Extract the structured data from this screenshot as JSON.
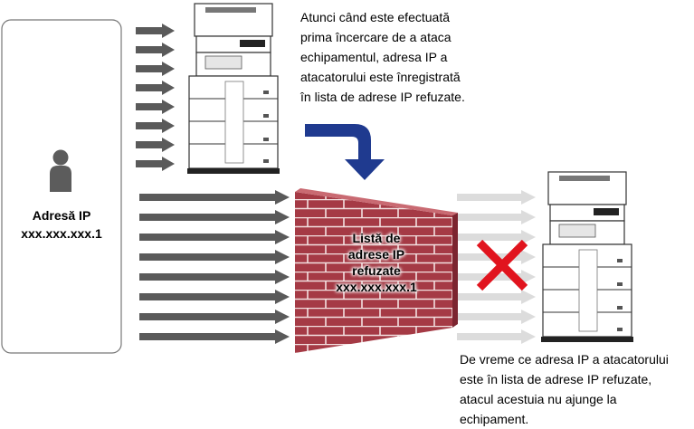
{
  "attacker": {
    "title": "Adresă IP",
    "ip": "xxx.xxx.xxx.1",
    "icon": "person-icon"
  },
  "top_note": {
    "lines": [
      "Atunci când este efectuată",
      "prima încercare de a ataca",
      "echipamentul, adresa IP a",
      "atacatorului este înregistrată",
      "în lista de adrese IP refuzate."
    ]
  },
  "wall": {
    "lines": [
      "Listă de",
      "adrese IP",
      "refuzate",
      "xxx.xxx.xxx.1"
    ],
    "color": "#a53a45"
  },
  "bottom_note": {
    "lines": [
      "De vreme ce adresa IP a atacatorului",
      "este în lista de adrese IP refuzate,",
      "atacul acestuia nu ajunge la",
      "echipament."
    ]
  },
  "colors": {
    "arrow_dark": "#5a5a5a",
    "arrow_faded": "#dcdcdc",
    "curved_arrow": "#1f3a8f",
    "block_mark": "#e1141e"
  }
}
